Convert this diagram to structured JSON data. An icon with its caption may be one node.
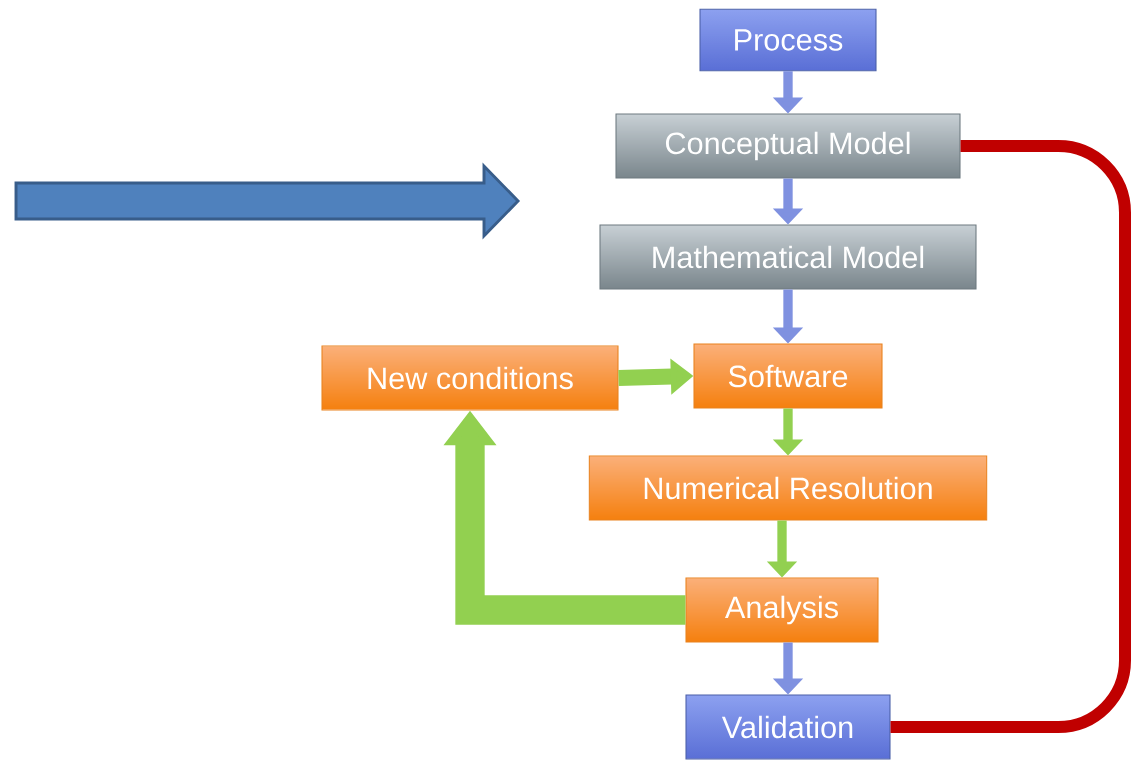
{
  "diagram": {
    "nodes": [
      {
        "text": [
          "Process"
        ]
      },
      {
        "text": [
          "Conceptual Model"
        ]
      },
      {
        "text": [
          "Mathematical Model"
        ]
      },
      {
        "text": [
          "New conditions"
        ]
      },
      {
        "text": [
          "Software"
        ]
      },
      {
        "text": [
          "Numerical Resolution"
        ]
      },
      {
        "text": [
          "Analysis"
        ]
      },
      {
        "text": [
          "Validation"
        ]
      }
    ],
    "edges": [
      {
        "from": 0,
        "to": 1,
        "arrow": "to"
      },
      {
        "from": 1,
        "to": 2,
        "arrow": "to"
      },
      {
        "from": 2,
        "to": 4,
        "arrow": "to"
      },
      {
        "from": 3,
        "to": 4,
        "arrow": "to",
        "color": "#92d050"
      },
      {
        "from": 4,
        "to": 5,
        "arrow": "to",
        "color": "#92d050"
      },
      {
        "from": 5,
        "to": 6,
        "arrow": "to",
        "color": "#92d050"
      },
      {
        "from": 6,
        "to": 3,
        "arrow": "to",
        "color": "#92d050",
        "style": "thick"
      },
      {
        "from": 6,
        "to": 7,
        "arrow": "to"
      },
      {
        "from": 7,
        "to": 1,
        "arrow": "none",
        "color": "#c00000"
      }
    ]
  }
}
